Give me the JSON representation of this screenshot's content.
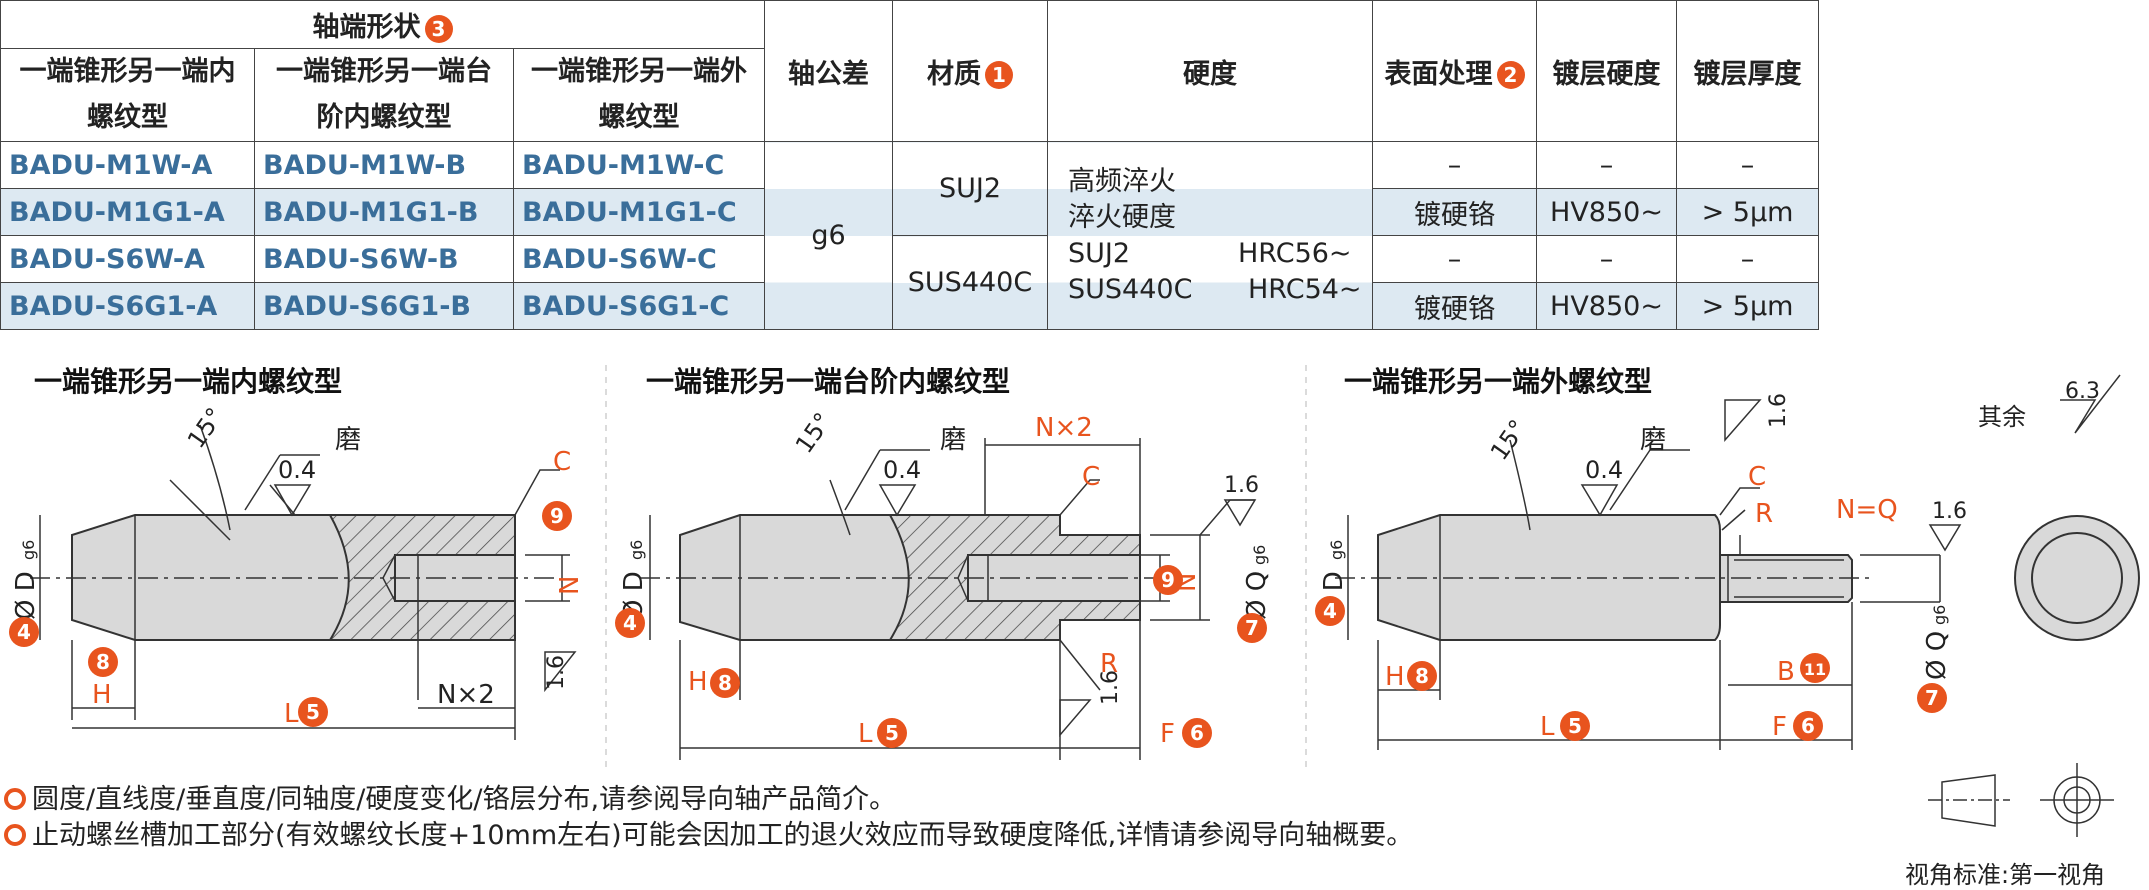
{
  "header": {
    "axis_end_shape": "轴端形状",
    "axis_end_num": "3",
    "col_a": [
      "一端锥形另一端内",
      "螺纹型"
    ],
    "col_b": [
      "一端锥形另一端台",
      "阶内螺纹型"
    ],
    "col_c": [
      "一端锥形另一端外",
      "螺纹型"
    ],
    "tolerance": "轴公差",
    "material": "材质",
    "material_num": "1",
    "hardness": "硬度",
    "surface": "表面处理",
    "surface_num": "2",
    "coat_hard": "镀层硬度",
    "coat_thick": "镀层厚度"
  },
  "rows": [
    {
      "a": "BADU-M1W-A",
      "b": "BADU-M1W-B",
      "c": "BADU-M1W-C",
      "surface": "–",
      "coat_hard": "–",
      "coat_thick": "–"
    },
    {
      "a": "BADU-M1G1-A",
      "b": "BADU-M1G1-B",
      "c": "BADU-M1G1-C",
      "surface": "镀硬铬",
      "coat_hard": "HV850~",
      "coat_thick": "> 5μm"
    },
    {
      "a": "BADU-S6W-A",
      "b": "BADU-S6W-B",
      "c": "BADU-S6W-C",
      "surface": "–",
      "coat_hard": "–",
      "coat_thick": "–"
    },
    {
      "a": "BADU-S6G1-A",
      "b": "BADU-S6G1-B",
      "c": "BADU-S6G1-C",
      "surface": "镀硬铬",
      "coat_hard": "HV850~",
      "coat_thick": "> 5μm"
    }
  ],
  "tolerance_value": "g6",
  "materials": [
    "SUJ2",
    "SUS440C"
  ],
  "hardness_lines": [
    "高频淬火",
    "淬火硬度",
    "SUJ2",
    "HRC56~",
    "SUS440C",
    "HRC54~"
  ],
  "drawings": {
    "title_a": "一端锥形另一端内螺纹型",
    "title_b": "一端锥形另一端台阶内螺纹型",
    "title_c": "一端锥形另一端外螺纹型",
    "angle": "15°",
    "grind": "磨",
    "rough_04": "0.4",
    "rough_16": "1.6",
    "c_label": "C",
    "r_label": "R",
    "n_label": "N",
    "nx2": "N×2",
    "n_eq_q": "N=Q",
    "l_label": "L",
    "h_label": "H",
    "f_label": "F",
    "b_label": "B",
    "d_label": "Ø D",
    "d_sub": "g6",
    "q_label": "Ø Q",
    "q_sub": "g6",
    "rest": "其余",
    "rest_rough": "6.3",
    "nums": {
      "d": "4",
      "h": "8",
      "l": "5",
      "n": "9",
      "q": "7",
      "f": "6",
      "b": "11"
    }
  },
  "notes": [
    "圆度/直线度/垂直度/同轴度/硬度变化/铬层分布,请参阅导向轴产品简介。",
    "止动螺丝槽加工部分(有效螺纹长度+10mm左右)可能会因加工的退火效应而导致硬度降低,详情请参阅导向轴概要。"
  ],
  "projection": "视角标准:第一视角",
  "colors": {
    "accent": "#e8541e",
    "part": "#3a6e9a",
    "tint": "#dde9f2"
  }
}
